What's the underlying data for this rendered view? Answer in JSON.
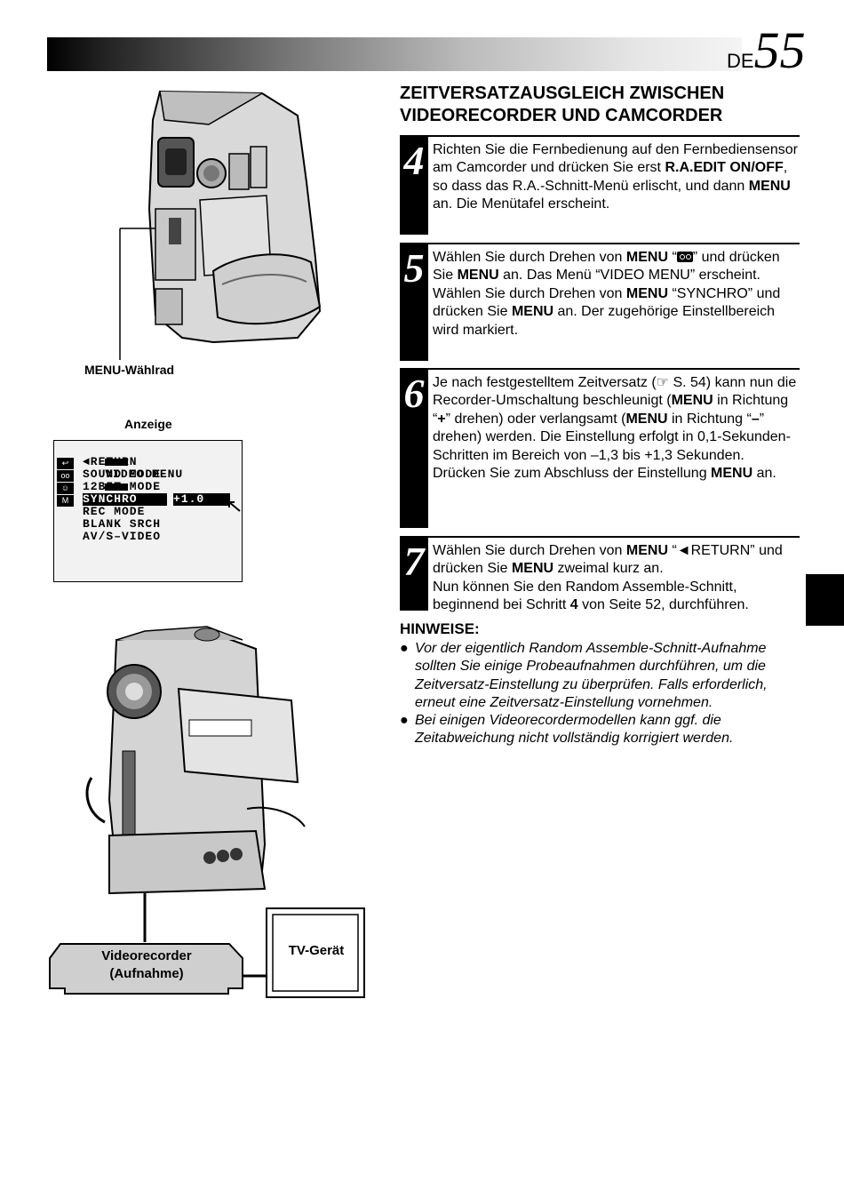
{
  "header": {
    "lang": "DE",
    "page": "55"
  },
  "section_title": [
    "ZEITVERSATZAUSGLEICH ZWISCHEN",
    "VIDEORECORDER UND CAMCORDER"
  ],
  "steps": [
    {
      "num": "4",
      "p1": [
        "Richten Sie die Fernbedienung auf den Fernbediensensor am Camcorder und drücken Sie erst ",
        "R.A.EDIT ON/OFF",
        ", so dass das R.A.-Schnitt-Menü erlischt, und dann ",
        "MENU",
        " an. Die Menütafel erscheint."
      ]
    },
    {
      "num": "5",
      "p1": [
        "Wählen Sie durch Drehen von ",
        "MENU",
        " “",
        "”",
        " und drücken Sie ",
        "MENU",
        " an. Das Menü “VIDEO MENU” erscheint."
      ],
      "p2": [
        "Wählen Sie durch Drehen von ",
        "MENU",
        " “SYNCHRO” und drücken Sie ",
        "MENU",
        " an. Der zugehörige Einstellbereich wird markiert."
      ]
    },
    {
      "num": "6",
      "p1": [
        "Je nach festgestelltem Zeitversatz (",
        "☞",
        " S. 54) kann nun die Recorder-Umschaltung beschleunigt (",
        "MENU",
        " in Richtung “",
        "+",
        "” drehen) oder verlangsamt (",
        "MENU",
        " in Richtung “",
        "–",
        "” drehen) werden.  Die Einstellung erfolgt in 0,1-Sekunden-Schritten im Bereich von –1,3 bis +1,3 Sekunden."
      ],
      "p2": [
        "Drücken Sie zum Abschluss der Einstellung ",
        "MENU",
        " an."
      ]
    },
    {
      "num": "7",
      "p1": [
        "Wählen Sie durch Drehen von ",
        "MENU",
        " “◄RETURN” und drücken Sie ",
        "MENU",
        " zweimal kurz an."
      ],
      "p2": [
        "Nun können Sie den Random Assemble-Schnitt, beginnend bei Schritt ",
        "4",
        " von Seite 52, durchführen."
      ]
    }
  ],
  "notes_title": "HINWEISE:",
  "notes": [
    "Vor der eigentlich Random Assemble-Schnitt-Aufnahme sollten Sie einige Probeaufnahmen durchführen, um die Zeitversatz-Einstellung zu überprüfen. Falls erforderlich, erneut eine Zeitversatz-Einstellung vornehmen.",
    "Bei einigen Videorecordermodellen kann ggf. die Zeitabweichung nicht vollständig korrigiert werden."
  ],
  "labels": {
    "menu_dial": "MENU-Wählrad",
    "display": "Anzeige",
    "vcr": [
      "Videorecorder",
      "(Aufnahme)"
    ],
    "tv": "TV-Gerät"
  },
  "lcd": {
    "title": "VIDEO MENU",
    "items": [
      "◄RETURN",
      "SOUND MODE",
      "12BIT MODE",
      "SYNCHRO",
      "REC MODE",
      "BLANK SRCH",
      "AV/S–VIDEO"
    ],
    "selected_value": "+1.0",
    "icons": [
      "↩",
      "oo",
      "☺",
      "M"
    ]
  }
}
